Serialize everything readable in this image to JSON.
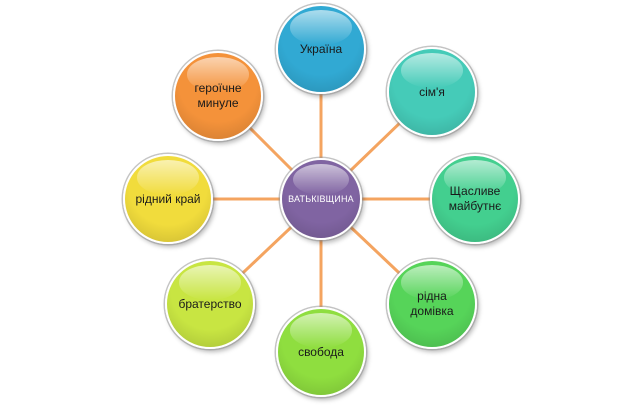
{
  "diagram": {
    "center": {
      "label": "ВАТЬКІВЩИНА",
      "color": "#8064a2"
    },
    "connector_color": "#f4a460",
    "nodes": [
      {
        "id": "ukraina",
        "label": "Україна",
        "color": "#31a9d3"
      },
      {
        "id": "simia",
        "label": "сім'я",
        "color": "#45cbb8"
      },
      {
        "id": "shchaslyve",
        "label": "Щасливе\nмайбутнє",
        "color": "#43cf8f"
      },
      {
        "id": "ridna-domivka",
        "label": "рідна\nдомівка",
        "color": "#56d459"
      },
      {
        "id": "svoboda",
        "label": "свобода",
        "color": "#8fde3f"
      },
      {
        "id": "braterstvo",
        "label": "братерство",
        "color": "#c8e542"
      },
      {
        "id": "ridnyi-krai",
        "label": "рідний край",
        "color": "#f1dc3c"
      },
      {
        "id": "heroichne",
        "label": "героїчне\nминуле",
        "color": "#f4923a"
      }
    ]
  }
}
